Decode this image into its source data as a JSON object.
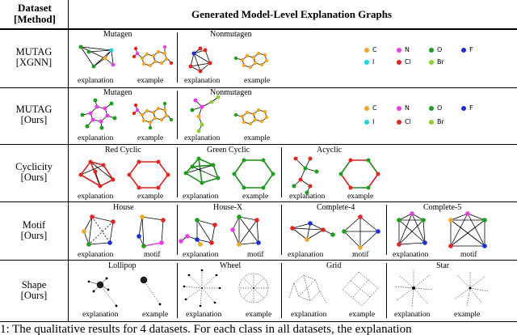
{
  "header": {
    "dataset_line1": "Dataset",
    "dataset_line2": "[Method]",
    "title": "Generated Model-Level Explanation Graphs"
  },
  "rows": [
    {
      "dataset": "MUTAG",
      "method": "[XGNN]",
      "groups": [
        {
          "title": "Mutagen",
          "labels": [
            "explanation",
            "example"
          ]
        },
        {
          "title": "Nonmutagen",
          "labels": [
            "explanation",
            "example"
          ]
        }
      ],
      "legend": [
        {
          "label": "C",
          "color": "#f5a623"
        },
        {
          "label": "N",
          "color": "#e83ee8"
        },
        {
          "label": "O",
          "color": "#1aa01a"
        },
        {
          "label": "F",
          "color": "#1c2fd6"
        },
        {
          "label": "I",
          "color": "#1fd4e0"
        },
        {
          "label": "Cl",
          "color": "#e0261f"
        },
        {
          "label": "Br",
          "color": "#8ccf2e"
        }
      ]
    },
    {
      "dataset": "MUTAG",
      "method": "[Ours]",
      "groups": [
        {
          "title": "Mutagen",
          "labels": [
            "explanation",
            "example"
          ]
        },
        {
          "title": "Nonmutagen",
          "labels": [
            "explanation",
            "example"
          ]
        }
      ],
      "legend": [
        {
          "label": "C",
          "color": "#f5a623"
        },
        {
          "label": "N",
          "color": "#e83ee8"
        },
        {
          "label": "O",
          "color": "#1aa01a"
        },
        {
          "label": "F",
          "color": "#1c2fd6"
        },
        {
          "label": "I",
          "color": "#1fd4e0"
        },
        {
          "label": "Cl",
          "color": "#e0261f"
        },
        {
          "label": "Br",
          "color": "#8ccf2e"
        }
      ]
    },
    {
      "dataset": "Cyclicity",
      "method": "[Ours]",
      "groups": [
        {
          "title": "Red Cyclic",
          "labels": [
            "explanation",
            "example"
          ]
        },
        {
          "title": "Green Cyclic",
          "labels": [
            "explanation",
            "example"
          ]
        },
        {
          "title": "Acyclic",
          "labels": [
            "explanation",
            "example"
          ]
        }
      ]
    },
    {
      "dataset": "Motif",
      "method": "[Ours]",
      "groups": [
        {
          "title": "House",
          "labels": [
            "explanation",
            "motif"
          ]
        },
        {
          "title": "House-X",
          "labels": [
            "explanation",
            "motif"
          ]
        },
        {
          "title": "Complete-4",
          "labels": [
            "explanation",
            "motif"
          ]
        },
        {
          "title": "Complete-5",
          "labels": [
            "explanation",
            "motif"
          ]
        }
      ]
    },
    {
      "dataset": "Shape",
      "method": "[Ours]",
      "groups": [
        {
          "title": "Lollipop",
          "labels": [
            "explanation",
            "example"
          ]
        },
        {
          "title": "Wheel",
          "labels": [
            "explanation",
            "example"
          ]
        },
        {
          "title": "Grid",
          "labels": [
            "explanation",
            "example"
          ]
        },
        {
          "title": "Star",
          "labels": [
            "explanation",
            "example"
          ]
        }
      ]
    }
  ],
  "caption": "1: The qualitative results for 4 datasets. For each class in all datasets, the explanation"
}
